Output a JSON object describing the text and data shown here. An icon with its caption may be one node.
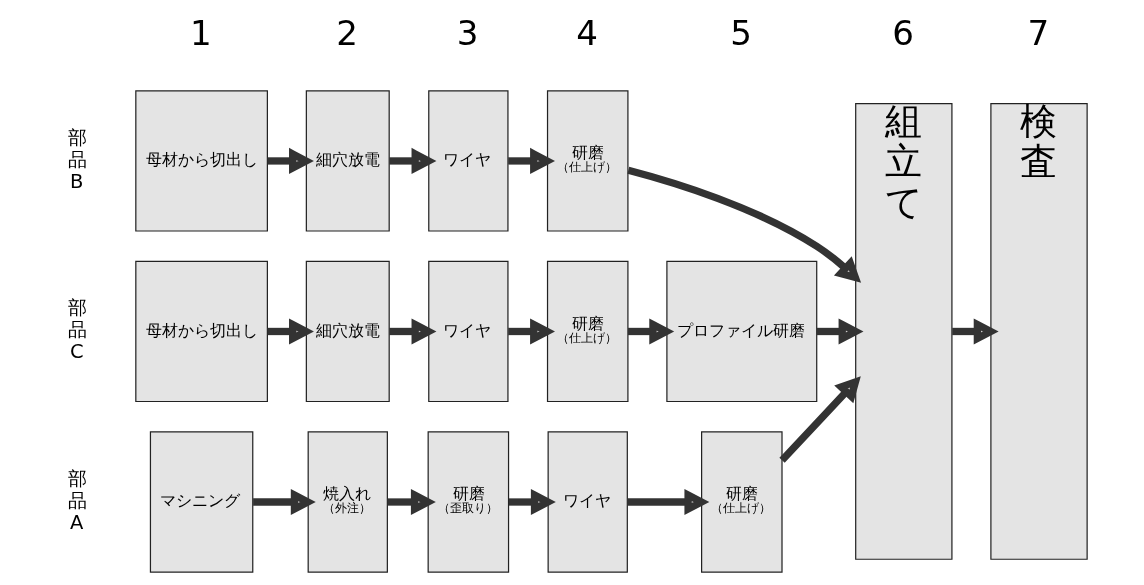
{
  "diagram": {
    "nodes": [
      {
        "text": [
          "マシニング"
        ]
      },
      {
        "text": [
          "焼入れ",
          "（外注）"
        ]
      },
      {
        "text": [
          "研磨",
          "（歪取り）"
        ]
      },
      {
        "text": [
          "ワイヤ"
        ]
      },
      {
        "text": [
          "研磨",
          "（仕上げ）"
        ]
      },
      {
        "text": [
          "母材から切出し"
        ]
      },
      {
        "text": [
          "細穴放電"
        ]
      },
      {
        "text": [
          "ワイヤ"
        ]
      },
      {
        "text": [
          "研磨",
          "（仕上げ）"
        ]
      },
      {
        "text": [
          "母材から切出し"
        ]
      },
      {
        "text": [
          "細穴放電"
        ]
      },
      {
        "text": [
          "ワイヤ"
        ]
      },
      {
        "text": [
          "研磨",
          "（仕上げ）"
        ]
      },
      {
        "text": [
          "プロファイル研磨"
        ]
      },
      {
        "text": [
          "組立て"
        ]
      },
      {
        "text": [
          "検査"
        ]
      }
    ],
    "edges": [
      {
        "from": 0,
        "to": 1,
        "arrow": "to"
      },
      {
        "from": 1,
        "to": 2,
        "arrow": "to"
      },
      {
        "from": 2,
        "to": 3,
        "arrow": "to"
      },
      {
        "from": 3,
        "to": 4,
        "arrow": "to"
      },
      {
        "from": 4,
        "to": 14,
        "arrow": "to"
      },
      {
        "from": 5,
        "to": 6,
        "arrow": "to"
      },
      {
        "from": 6,
        "to": 7,
        "arrow": "to"
      },
      {
        "from": 7,
        "to": 8,
        "arrow": "to"
      },
      {
        "from": 8,
        "to": 14,
        "arrow": "to"
      },
      {
        "from": 9,
        "to": 10,
        "arrow": "to"
      },
      {
        "from": 10,
        "to": 11,
        "arrow": "to"
      },
      {
        "from": 11,
        "to": 12,
        "arrow": "to"
      },
      {
        "from": 12,
        "to": 13,
        "arrow": "to"
      },
      {
        "from": 13,
        "to": 14,
        "arrow": "to"
      },
      {
        "from": 14,
        "to": 15,
        "arrow": "to"
      }
    ],
    "labels": [
      "1",
      "2",
      "3",
      "4",
      "5",
      "6",
      "7",
      "部品A",
      "部品B",
      "部品C"
    ]
  }
}
